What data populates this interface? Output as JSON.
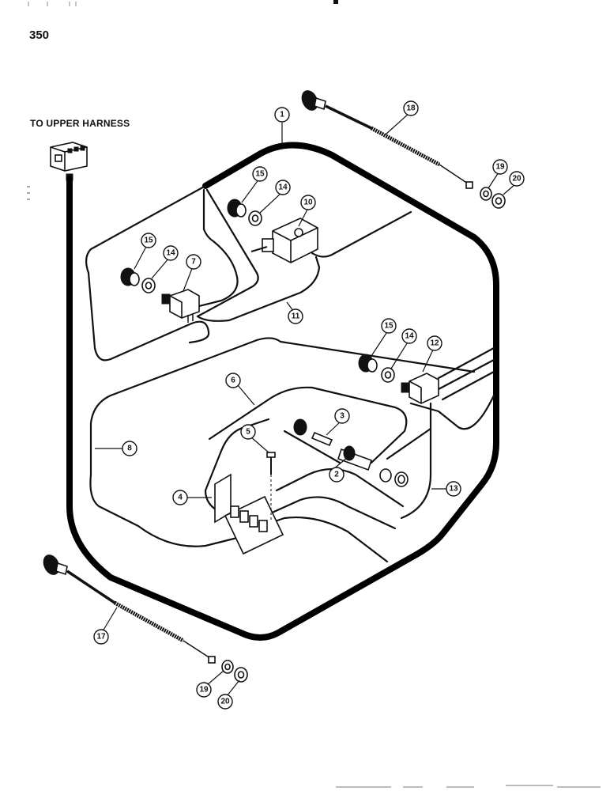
{
  "page": {
    "number": "350"
  },
  "harness_label": "TO UPPER HARNESS",
  "callouts": [
    "1",
    "2",
    "3",
    "4",
    "5",
    "6",
    "7",
    "8",
    "10",
    "11",
    "12",
    "13",
    "14",
    "15",
    "17",
    "18",
    "19",
    "20"
  ]
}
